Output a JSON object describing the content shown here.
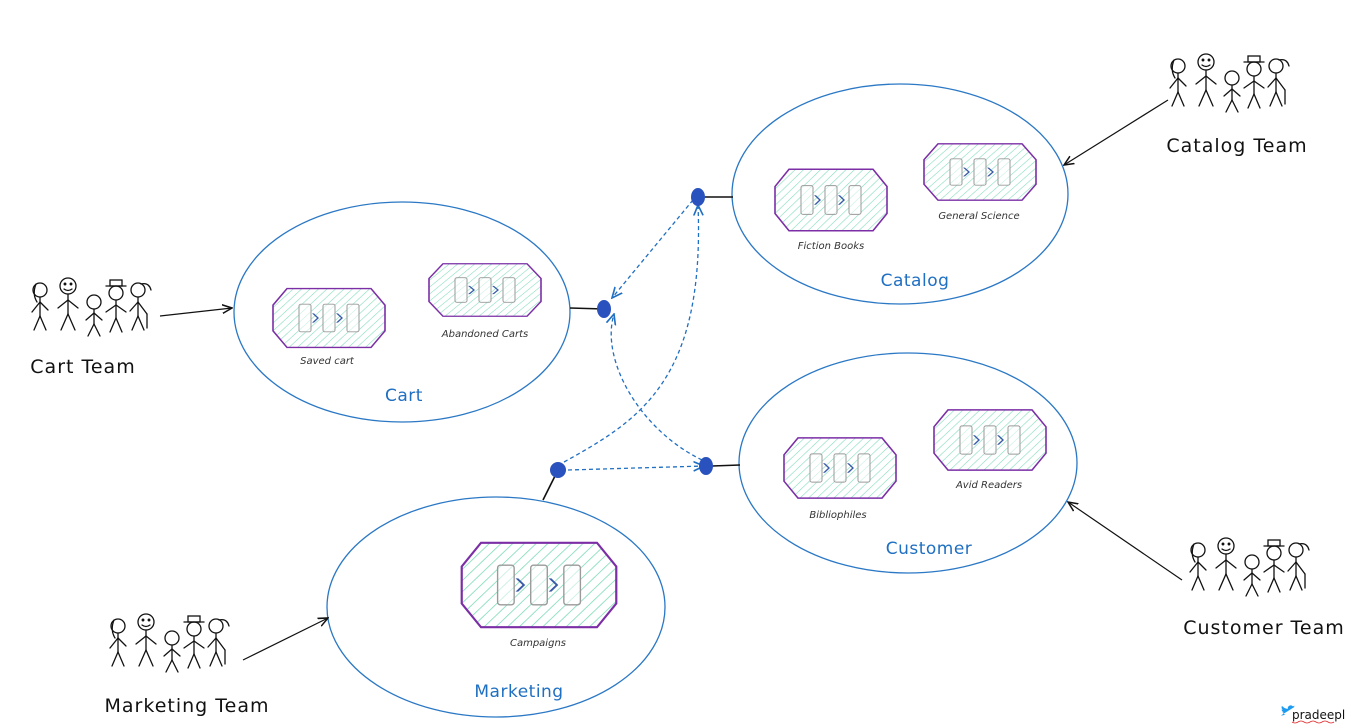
{
  "teams": [
    {
      "id": "cart",
      "label": "Cart Team"
    },
    {
      "id": "catalog",
      "label": "Catalog Team"
    },
    {
      "id": "marketing",
      "label": "Marketing Team"
    },
    {
      "id": "customer",
      "label": "Customer Team"
    }
  ],
  "contexts": {
    "cart": {
      "label": "Cart",
      "services": [
        "Saved cart",
        "Abandoned Carts"
      ]
    },
    "catalog": {
      "label": "Catalog",
      "services": [
        "Fiction Books",
        "General Science"
      ]
    },
    "customer": {
      "label": "Customer",
      "services": [
        "Bibliophiles",
        "Avid Readers"
      ]
    },
    "marketing": {
      "label": "Marketing",
      "services": [
        "Campaigns"
      ]
    }
  },
  "credit": {
    "handle": "pradeepl",
    "icon": "twitter-bird-icon"
  },
  "colors": {
    "ellipse": "#2b78c5",
    "hexagon": "#7b2ea6",
    "hatch": "#4fcfa0",
    "node": "#2a52be",
    "dashed": "#1f6fc2",
    "ink": "#111111"
  }
}
